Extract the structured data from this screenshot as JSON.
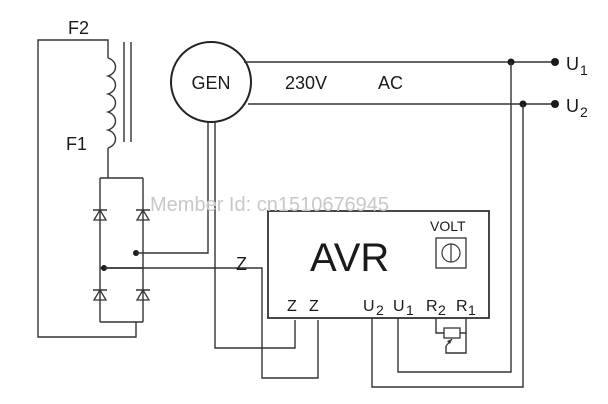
{
  "labels": {
    "f2": "F2",
    "f1": "F1",
    "gen": "GEN",
    "voltage": "230V",
    "ac": "AC",
    "u1_out": "U",
    "u1_out_sub": "1",
    "u2_out": "U",
    "u2_out_sub": "2",
    "z_wire": "Z",
    "avr_title": "AVR",
    "volt": "VOLT",
    "term_z1": "Z",
    "term_z2": "Z",
    "term_u2": "U",
    "term_u2_sub": "2",
    "term_u1": "U",
    "term_u1_sub": "1",
    "term_r2": "R",
    "term_r2_sub": "2",
    "term_r1": "R",
    "term_r1_sub": "1"
  },
  "watermark": "Member Id: cn1510676945",
  "icons": {
    "generator": "generator-circle-icon",
    "field_coil": "inductor-coil-icon",
    "diode": "diode-icon",
    "volt_knob": "potentiometer-knob-icon",
    "trimmer": "variable-resistor-icon",
    "output_terminal": "terminal-dot-icon"
  }
}
